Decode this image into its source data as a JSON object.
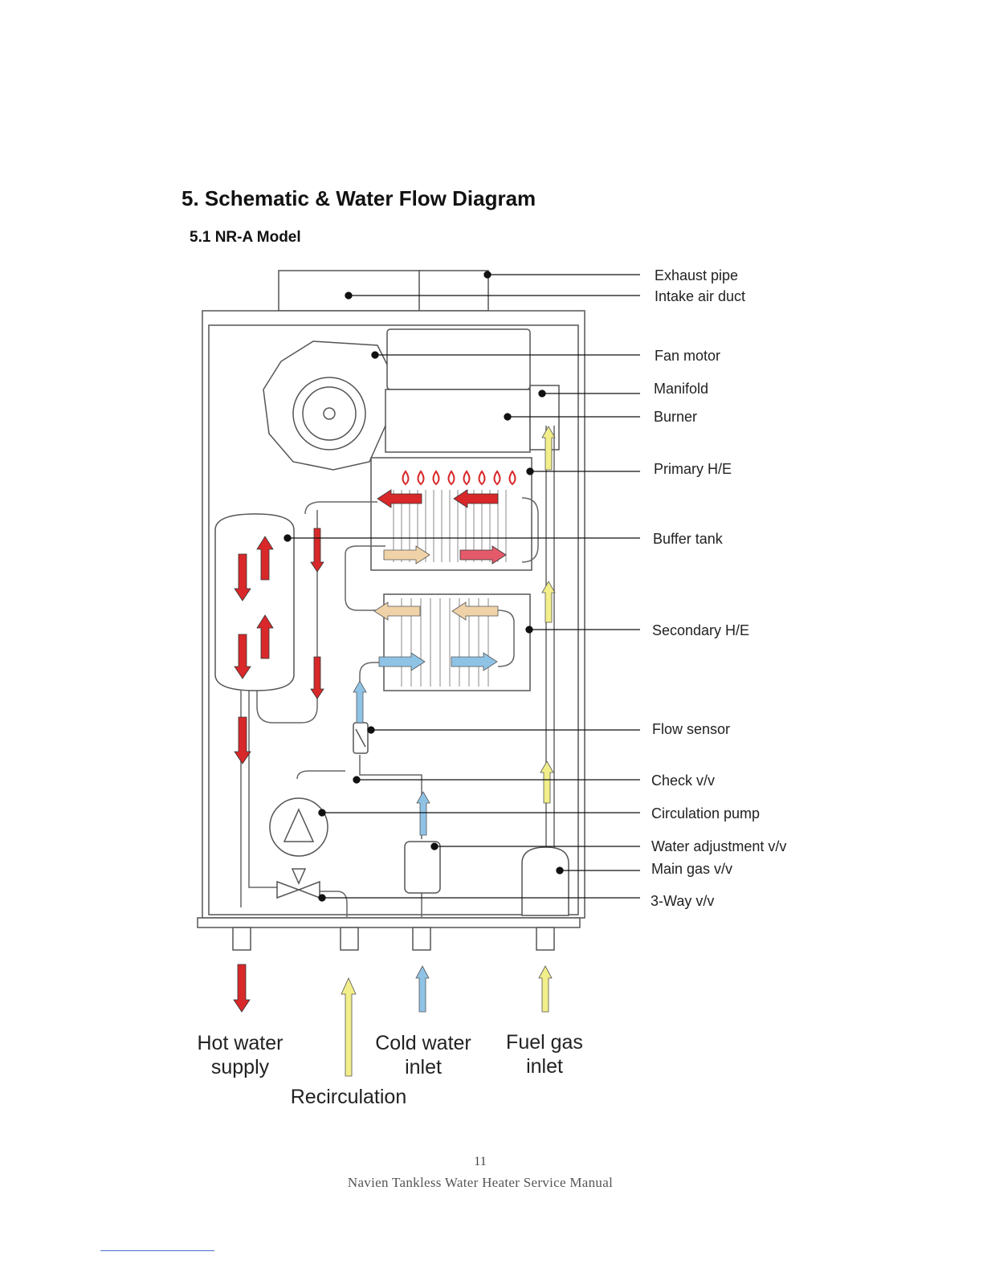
{
  "heading": {
    "section_title": "5. Schematic & Water Flow Diagram",
    "subsection_title": "5.1 NR-A Model"
  },
  "component_labels": [
    "Exhaust pipe",
    "Intake air duct",
    "Fan motor",
    "Manifold",
    "Burner",
    "Primary H/E",
    "Buffer tank",
    "Secondary H/E",
    "Flow sensor",
    "Check v/v",
    "Circulation pump",
    "Water adjustment v/v",
    "Main gas v/v",
    "3-Way v/v"
  ],
  "connection_labels": {
    "hot_water_supply": [
      "Hot water",
      "supply"
    ],
    "recirculation": "Recirculation",
    "cold_water_inlet": [
      "Cold water",
      "inlet"
    ],
    "fuel_gas_inlet": [
      "Fuel gas",
      "inlet"
    ]
  },
  "flow_colors": {
    "hot": "#d8282a",
    "warm": "#f0d2a8",
    "cold": "#8fc3e6",
    "gas": "#f2ee8a"
  },
  "footer": {
    "page_number": "11",
    "manual_title": "Navien Tankless Water Heater Service Manual"
  }
}
